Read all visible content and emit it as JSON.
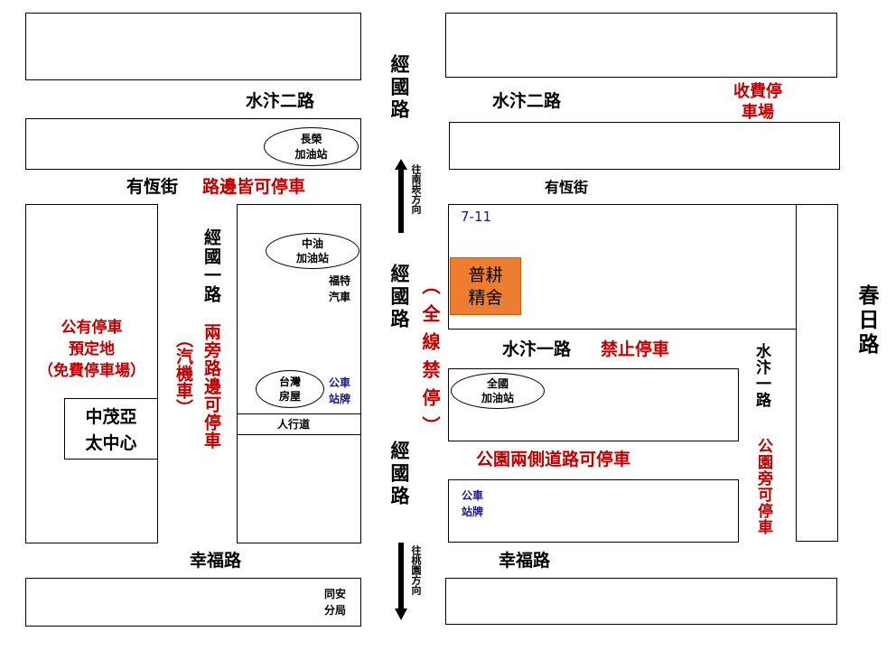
{
  "roads": {
    "shuiwei2_left": "水汴二路",
    "shuiwei2_right": "水汴二路",
    "jingguo_top": "經國路",
    "jingguo_mid": "經國路",
    "jingguo_bottom": "經國路",
    "youheng_left": "有恆街",
    "youheng_right": "有恆街",
    "jingguo1": "經國一路",
    "shuiwei1": "水汴一路",
    "shuiwei1_vertical": "水汴一路",
    "chunri": "春日路",
    "xingfu_left": "幸福路",
    "xingfu_right": "幸福路",
    "sidewalk": "人行道"
  },
  "directions": {
    "north": "往南崁方向",
    "south": "往桃園方向"
  },
  "parking": {
    "paid_lot": "收費停\n車場",
    "youheng_note": "路邊皆可停車",
    "public_lot": "公有停車\n預定地\n（免費停車場）",
    "jingguo1_note": "兩旁路邊可停車",
    "jingguo1_paren": "（汽機車）",
    "no_parking": "禁止停車",
    "full_line_no_stop": "︵全線禁停︶",
    "park_sides": "公園兩側道路可停車",
    "park_side_vertical": "公園旁可停車"
  },
  "places": {
    "changrong_station": "長榮\n加油站",
    "cpc_station": "中油\n加油站",
    "ford": "福特\n汽車",
    "taiwan_house": "台灣\n房屋",
    "quanguo_station": "全國\n加油站",
    "zhongmao": "中茂亞\n太中心",
    "seven_eleven": "7-11",
    "destination": "普耕\n精舍",
    "police": "同安\n分局"
  },
  "bus_stops": {
    "stop_1": "公車\n站牌",
    "stop_2": "公車\n站牌"
  },
  "colors": {
    "red_text": "#c00000",
    "blue_text": "#1a1a8c",
    "destination_fill": "#ed7d31"
  }
}
